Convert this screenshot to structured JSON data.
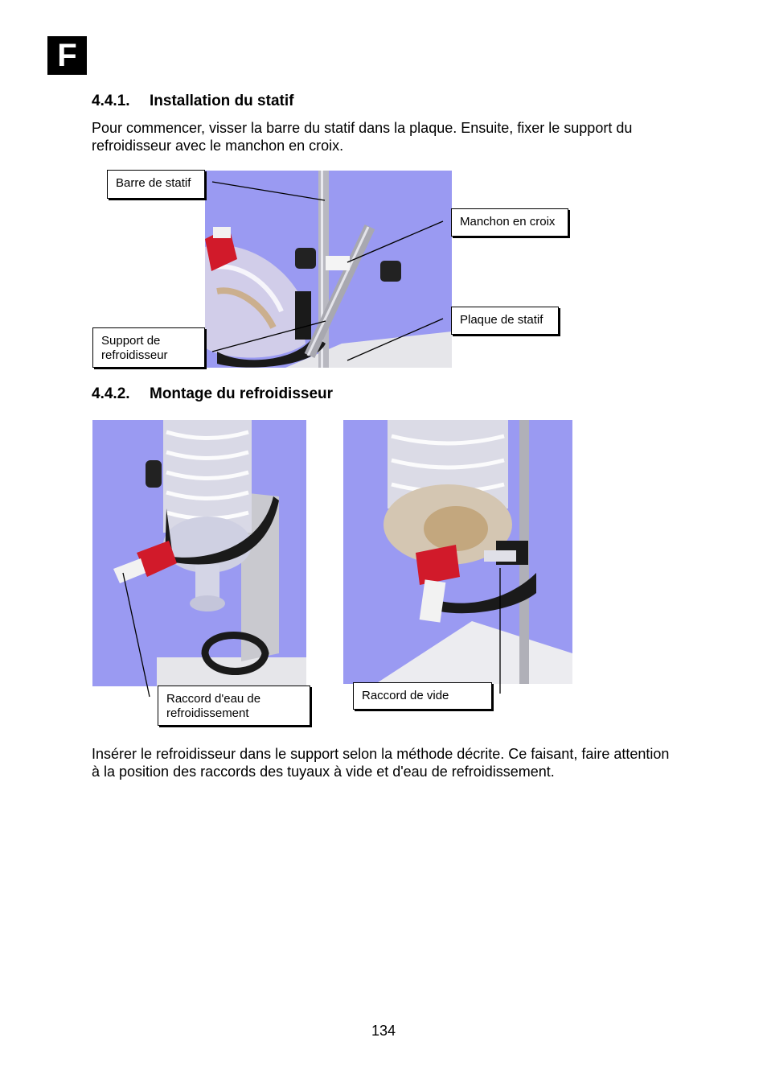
{
  "page": {
    "language_tab": "F",
    "page_number": "134"
  },
  "section1": {
    "number": "4.4.1.",
    "title": "Installation du statif",
    "intro": "Pour commencer, visser la barre du statif dans la plaque. Ensuite, fixer le support du refroidisseur avec le manchon en croix.",
    "callouts": {
      "barre": "Barre de statif",
      "manchon": "Manchon en croix",
      "plaque": "Plaque de statif",
      "support": "Support de refroidisseur"
    }
  },
  "section2": {
    "number": "4.4.2.",
    "title": "Montage du refroidisseur",
    "callouts": {
      "raccord_eau": "Raccord d'eau de refroidissement",
      "raccord_vide": "Raccord de vide"
    },
    "body": "Insérer le refroidisseur dans le support selon la méthode décrite. Ce faisant, faire attention à la position des raccords des tuyaux à vide et d'eau de refroidissement."
  },
  "colors": {
    "photo_background": "#9a9af2",
    "fitting_red": "#d11a2a",
    "clamp_black": "#1a1a1a"
  }
}
